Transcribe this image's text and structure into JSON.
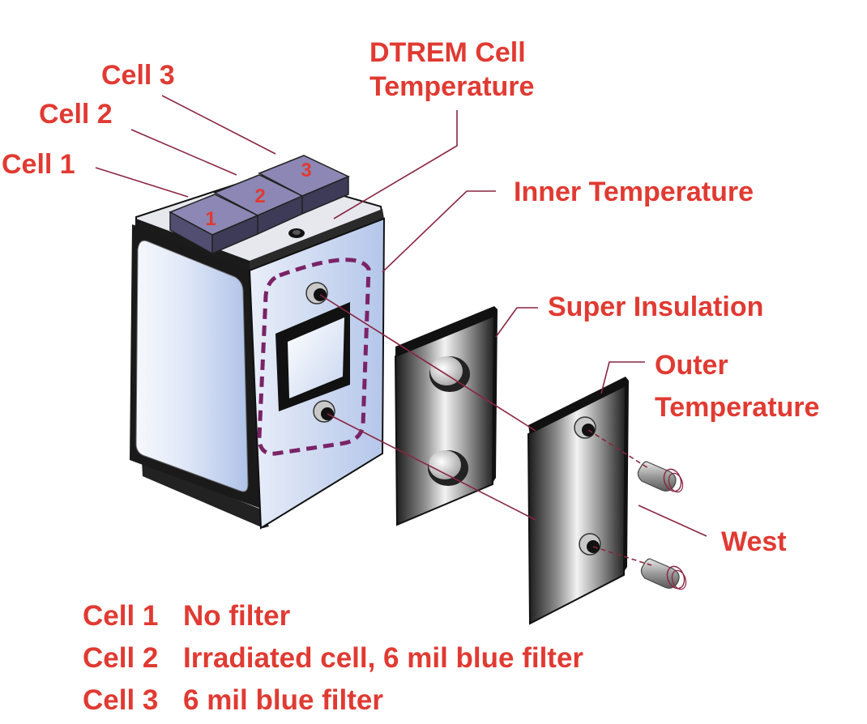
{
  "labels": {
    "cell3": "Cell 3",
    "cell2": "Cell 2",
    "cell1": "Cell 1",
    "dtrem_line1": "DTREM Cell",
    "dtrem_line2": "Temperature",
    "inner_temp": "Inner Temperature",
    "super_insulation": "Super Insulation",
    "outer_line1": "Outer",
    "outer_line2": "Temperature",
    "west": "West"
  },
  "cell_numbers": [
    "1",
    "2",
    "3"
  ],
  "legend": [
    {
      "cell": "Cell 1",
      "desc": "No filter"
    },
    {
      "cell": "Cell 2",
      "desc": "Irradiated cell, 6 mil blue filter"
    },
    {
      "cell": "Cell 3",
      "desc": "6 mil blue filter"
    }
  ],
  "colors": {
    "label_red": "#e03a32",
    "leader": "#8a2540",
    "cell_top": "#8c87b4",
    "cell_side": "#4d4a6b",
    "housing_blue": "#c4d2ee",
    "dashed_outline": "#7a2366"
  }
}
